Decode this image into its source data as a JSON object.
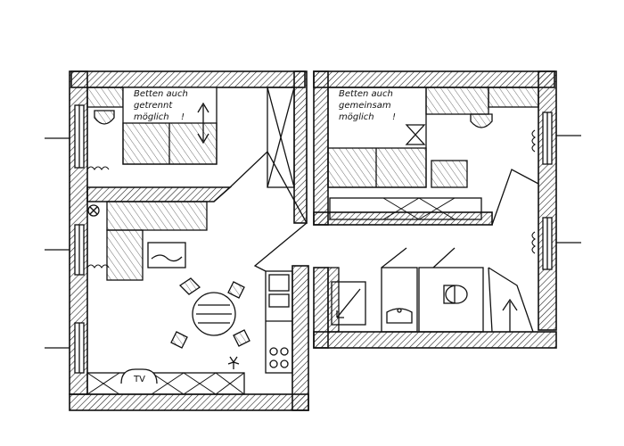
{
  "notes": {
    "bedroom_left": [
      "Betten auch",
      "getrennt",
      "möglich"
    ],
    "bedroom_right": [
      "Betten auch",
      "gemeinsam",
      "möglich"
    ],
    "exclaim": "!"
  },
  "labels": {
    "tv": "TV"
  },
  "colors": {
    "ink": "#111111",
    "wall_hatch": "#222222",
    "paper": "#ffffff"
  }
}
